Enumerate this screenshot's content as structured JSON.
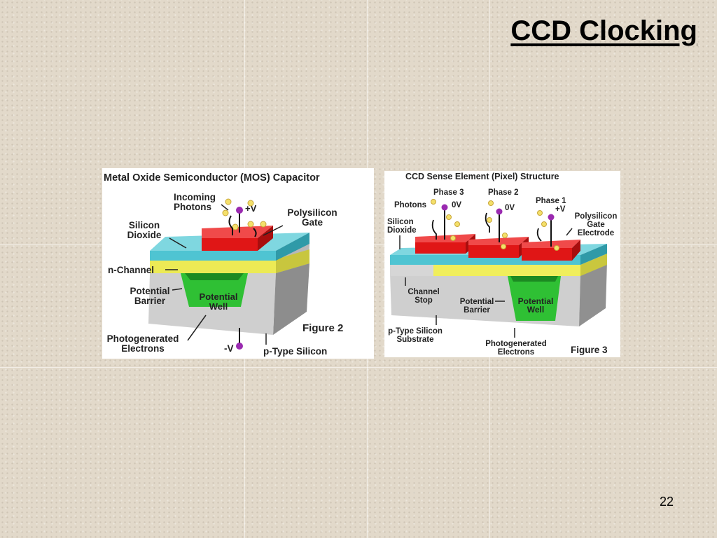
{
  "slide": {
    "title": "CCD Clocking",
    "number": "22"
  },
  "figure_left": {
    "heading": "Metal Oxide Semiconductor (MOS) Capacitor",
    "labels": {
      "incoming_photons_1": "Incoming",
      "incoming_photons_2": "Photons",
      "plus_v": "+V",
      "polysilicon_1": "Polysilicon",
      "polysilicon_2": "Gate",
      "silicon_dioxide_1": "Silicon",
      "silicon_dioxide_2": "Dioxide",
      "n_channel": "n-Channel",
      "potential_barrier_1": "Potential",
      "potential_barrier_2": "Barrier",
      "potential_well_1": "Potential",
      "potential_well_2": "Well",
      "figure": "Figure 2",
      "photogenerated_1": "Photogenerated",
      "photogenerated_2": "Electrons",
      "minus_v": "-V",
      "p_type": "p-Type Silicon"
    }
  },
  "figure_right": {
    "heading": "CCD Sense Element (Pixel) Structure",
    "labels": {
      "phase3": "Phase 3",
      "phase2": "Phase 2",
      "phase1": "Phase 1",
      "photons": "Photons",
      "zero_v_a": "0V",
      "zero_v_b": "0V",
      "plus_v": "+V",
      "silicon_dioxide_1": "Silicon",
      "silicon_dioxide_2": "Dioxide",
      "polysilicon_1": "Polysilicon",
      "polysilicon_2": "Gate",
      "polysilicon_3": "Electrode",
      "channel_stop_1": "Channel",
      "channel_stop_2": "Stop",
      "potential_barrier_1": "Potential",
      "potential_barrier_2": "Barrier",
      "potential_well_1": "Potential",
      "potential_well_2": "Well",
      "p_type_1": "p-Type Silicon",
      "p_type_2": "Substrate",
      "photogenerated_1": "Photogenerated",
      "photogenerated_2": "Electrons",
      "figure": "Figure 3"
    }
  },
  "colors": {
    "gate_red": "#e01616",
    "oxide_cyan": "#4fc4d2",
    "channel_yellow": "#f0ee5c",
    "well_green": "#22b22c",
    "substrate_gray": "#c9c9c9",
    "photon_yellow": "#f4e06a",
    "contact_purple": "#9a2ab0"
  }
}
